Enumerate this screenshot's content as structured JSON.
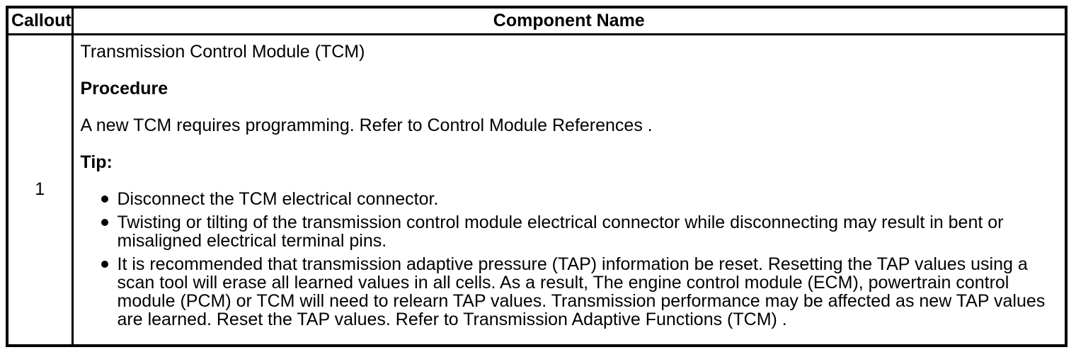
{
  "table": {
    "headers": {
      "callout": "Callout",
      "component_name": "Component Name"
    },
    "row": {
      "callout": "1",
      "title": "Transmission Control Module (TCM)",
      "procedure_heading": "Procedure",
      "procedure_text": "A new TCM requires programming. Refer to Control Module References .",
      "tip_heading": "Tip:",
      "tips": [
        "Disconnect the TCM electrical connector.",
        "Twisting or tilting of the transmission control module electrical connector while disconnecting may result in bent or misaligned electrical terminal pins.",
        "It is recommended that transmission adaptive pressure (TAP) information be reset. Resetting the TAP values using a scan tool will erase all learned values in all cells. As a result, The engine control module (ECM), powertrain control module (PCM) or TCM will need to relearn TAP values. Transmission performance may be affected as new TAP values are learned. Reset the TAP values. Refer to Transmission Adaptive Functions (TCM) ."
      ]
    },
    "colors": {
      "border": "#000000",
      "background": "#ffffff",
      "text": "#000000"
    }
  }
}
